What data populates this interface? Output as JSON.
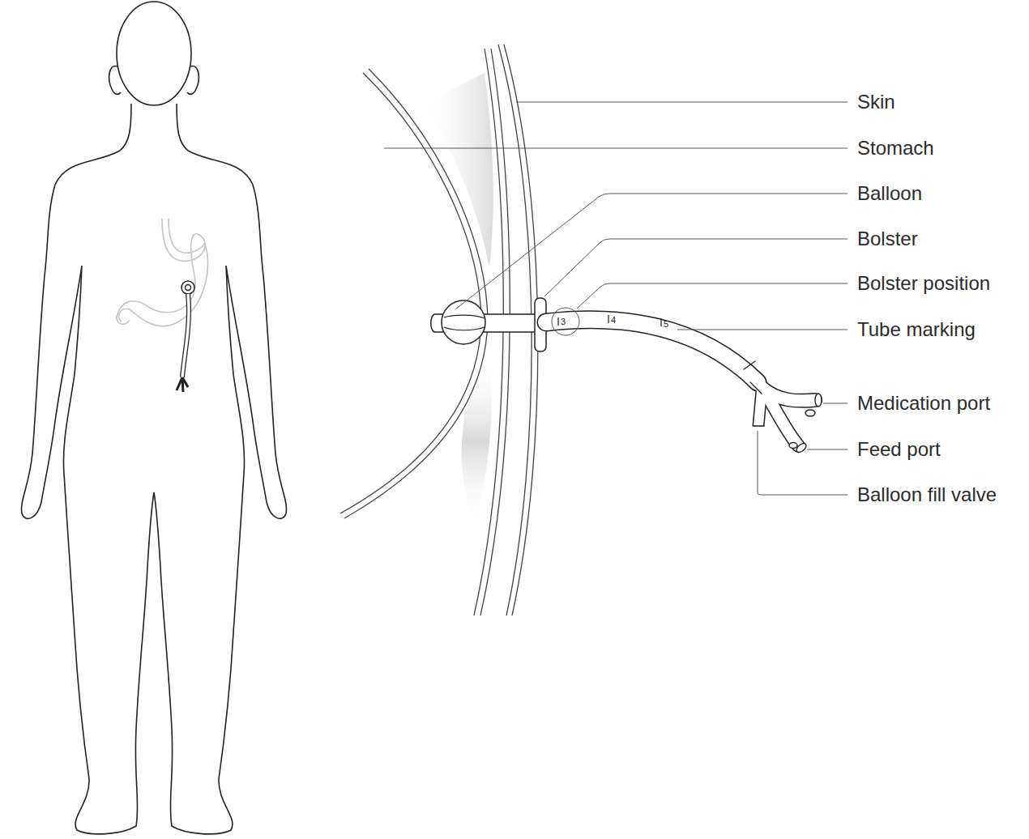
{
  "diagram": {
    "labels": [
      "Skin",
      "Stomach",
      "Balloon",
      "Bolster",
      "Bolster position",
      "Tube marking",
      "Medication port",
      "Feed port",
      "Balloon fill valve",
      "3",
      "4",
      "5"
    ]
  }
}
